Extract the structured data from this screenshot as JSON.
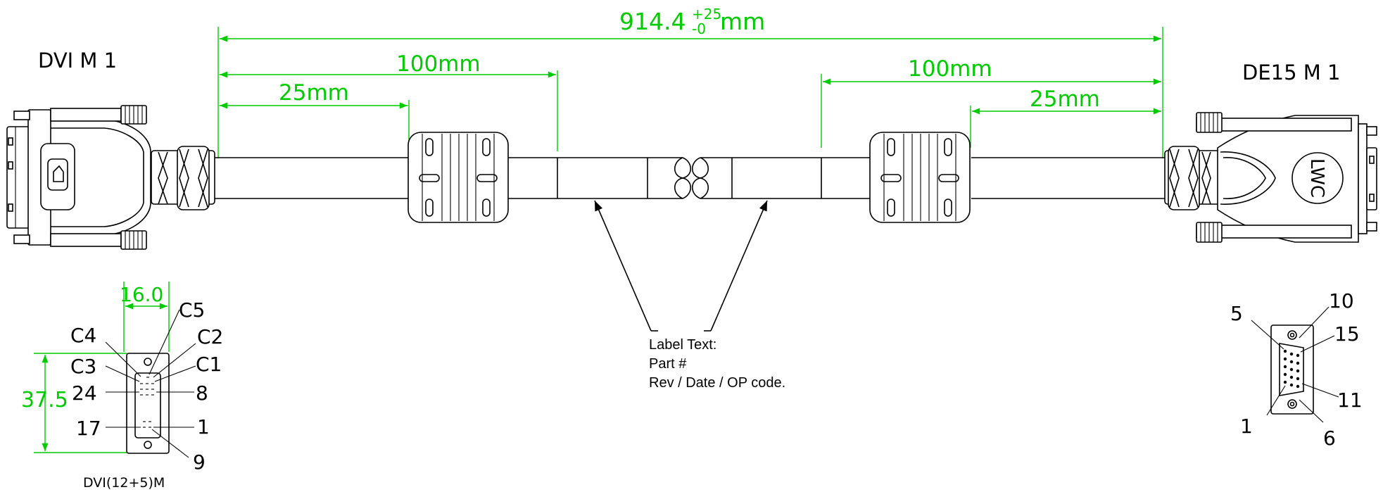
{
  "colors": {
    "dimension": "#00cc00",
    "ink": "#000000"
  },
  "titles": {
    "left": "DVI  M  1",
    "right": "DE15  M  1"
  },
  "dimensions": {
    "overall_base": "914.4",
    "overall_plus": "+25",
    "overall_minus": "-0",
    "overall_unit": "mm",
    "left_100": "100mm",
    "left_25": "25mm",
    "right_100": "100mm",
    "right_25": "25mm",
    "dvi_width": "16.0",
    "dvi_height": "37.5"
  },
  "label": {
    "line1": "Label Text:",
    "line2": "Part #",
    "line3": "Rev / Date / OP code."
  },
  "logo_text": "LWC",
  "dvi_pins": {
    "c5": "C5",
    "c4": "C4",
    "c2": "C2",
    "c3": "C3",
    "c1": "C1",
    "p24": "24",
    "p8": "8",
    "p17": "17",
    "p1": "1",
    "p9": "9",
    "caption": "DVI(12+5)M"
  },
  "vga_pins": {
    "p5": "5",
    "p10": "10",
    "p15": "15",
    "p1": "1",
    "p11": "11",
    "p6": "6"
  }
}
